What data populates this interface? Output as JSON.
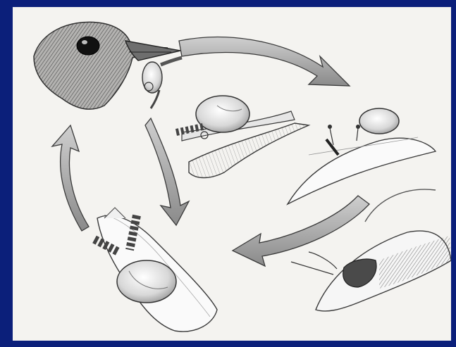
{
  "illustration": {
    "stages": [
      {
        "id": "bird-eats-snail",
        "icon": "bird-head-with-snail"
      },
      {
        "id": "snail-on-branch",
        "icon": "snail-on-branch"
      },
      {
        "id": "snail-in-leaf",
        "icon": "snail-on-leaf"
      },
      {
        "id": "snail-tentacles",
        "icon": "snail-on-leaf-close-up"
      },
      {
        "id": "snail-on-leaf-lower",
        "icon": "snail-on-leaf"
      }
    ],
    "arrows": [
      "arrow-icon",
      "arrow-icon",
      "arrow-icon",
      "arrow-icon",
      "arrow-icon"
    ],
    "colors": {
      "background_border": "#0b1f7a",
      "paper": "#f4f3f0",
      "pencil": "#3a3a3a",
      "shading": "#9a9a9a"
    }
  }
}
